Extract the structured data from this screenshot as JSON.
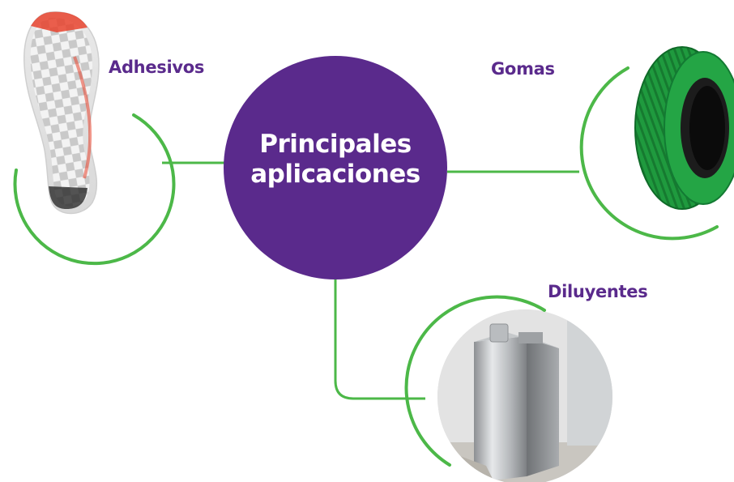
{
  "diagram": {
    "center": {
      "line1": "Principales",
      "line2": "aplicaciones"
    },
    "nodes": [
      {
        "label": "Adhesivos",
        "image": "shoe-sole"
      },
      {
        "label": "Gomas",
        "image": "green-tire"
      },
      {
        "label": "Diluyentes",
        "image": "metal-can"
      }
    ]
  },
  "colors": {
    "center_fill": "#5a2a8c",
    "label_text": "#5a2a8c",
    "connector": "#4cb848",
    "center_text": "#ffffff"
  }
}
